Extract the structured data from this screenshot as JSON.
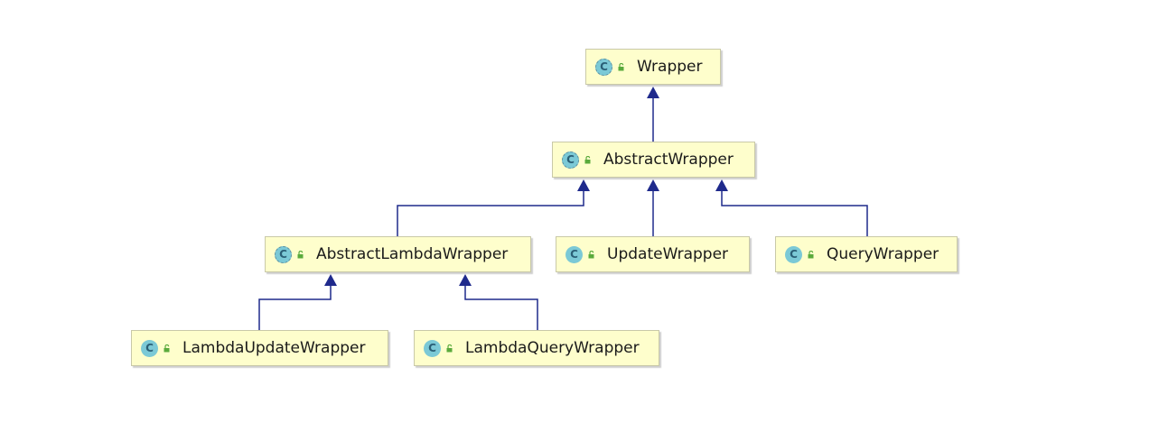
{
  "diagram": {
    "nodes": [
      {
        "id": "wrapper",
        "label": "Wrapper",
        "icon": "abstract-class-icon",
        "visibility_icon": "public-lock-icon"
      },
      {
        "id": "abstract-wrapper",
        "label": "AbstractWrapper",
        "icon": "abstract-class-icon",
        "visibility_icon": "public-lock-icon"
      },
      {
        "id": "abstract-lambda-wrapper",
        "label": "AbstractLambdaWrapper",
        "icon": "abstract-class-icon",
        "visibility_icon": "public-lock-icon"
      },
      {
        "id": "update-wrapper",
        "label": "UpdateWrapper",
        "icon": "class-icon",
        "visibility_icon": "public-lock-icon"
      },
      {
        "id": "query-wrapper",
        "label": "QueryWrapper",
        "icon": "class-icon",
        "visibility_icon": "public-lock-icon"
      },
      {
        "id": "lambda-update-wrapper",
        "label": "LambdaUpdateWrapper",
        "icon": "class-icon",
        "visibility_icon": "public-lock-icon"
      },
      {
        "id": "lambda-query-wrapper",
        "label": "LambdaQueryWrapper",
        "icon": "class-icon",
        "visibility_icon": "public-lock-icon"
      }
    ],
    "edges": [
      {
        "from": "abstract-wrapper",
        "to": "wrapper",
        "relation": "extends"
      },
      {
        "from": "abstract-lambda-wrapper",
        "to": "abstract-wrapper",
        "relation": "extends"
      },
      {
        "from": "update-wrapper",
        "to": "abstract-wrapper",
        "relation": "extends"
      },
      {
        "from": "query-wrapper",
        "to": "abstract-wrapper",
        "relation": "extends"
      },
      {
        "from": "lambda-update-wrapper",
        "to": "abstract-lambda-wrapper",
        "relation": "extends"
      },
      {
        "from": "lambda-query-wrapper",
        "to": "abstract-lambda-wrapper",
        "relation": "extends"
      }
    ],
    "class_glyph": "C",
    "colors": {
      "node_fill": "#fefecc",
      "node_border": "#c9c9a8",
      "edge": "#1f2a8c",
      "class_icon": "#7bc9d6",
      "lock_icon": "#5aaa3c"
    }
  }
}
